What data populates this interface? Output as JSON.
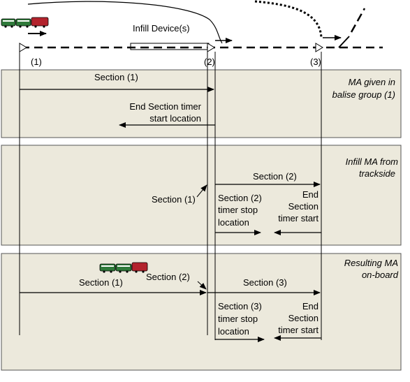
{
  "colors": {
    "panel_fill": "#ece9dc",
    "panel_stroke": "#555555",
    "line": "#000000",
    "train_green": "#2f7a3a",
    "train_red": "#b3232d",
    "background": "#ffffff"
  },
  "top": {
    "infill_label": "Infill Device(s)",
    "markers": [
      "(1)",
      "(2)",
      "(3)"
    ]
  },
  "panels": [
    {
      "title_lines": [
        "MA given in",
        "balise group (1)"
      ],
      "labels": {
        "section1": "Section (1)",
        "timer_start": [
          "End Section timer",
          "start location"
        ]
      }
    },
    {
      "title_lines": [
        "Infill MA from",
        "trackside"
      ],
      "labels": {
        "section2": "Section (2)",
        "section1": "Section (1)",
        "stop": [
          "Section (2)",
          "timer stop",
          "location"
        ],
        "end": [
          "End",
          "Section",
          "timer start"
        ]
      }
    },
    {
      "title_lines": [
        "Resulting MA",
        "on-board"
      ],
      "labels": {
        "section1": "Section (1)",
        "section2": "Section (2)",
        "section3": "Section (3)",
        "stop": [
          "Section (3)",
          "timer stop",
          "location"
        ],
        "end": [
          "End",
          "Section",
          "timer start"
        ]
      }
    }
  ]
}
